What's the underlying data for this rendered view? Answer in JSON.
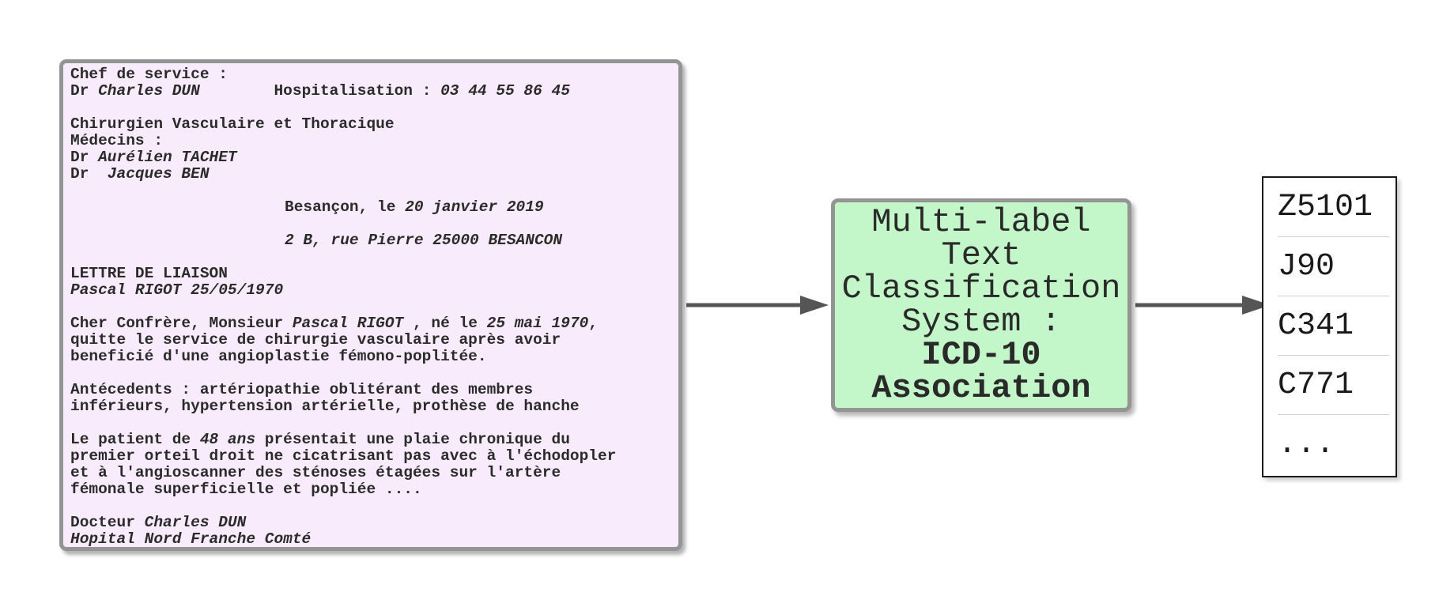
{
  "letter": {
    "header": [
      "Chef de service :",
      {
        "pre": "Dr ",
        "name": "Charles DUN",
        "mid": "        Hospitalisation : ",
        "phone": "03 44 55 86 45"
      },
      "Chirurgien Vasculaire et Thoracique",
      "Médecins :",
      {
        "pre": "Dr ",
        "name": "Aurélien TACHET"
      },
      {
        "pre": "Dr  ",
        "name": "Jacques BEN"
      }
    ],
    "place": "Besançon, le ",
    "date": "20 janvier 2019",
    "address": "2 B, rue Pierre 25000 BESANCON",
    "doc_title": "LETTRE DE LIAISON",
    "patient_line": "Pascal RIGOT 25/05/1970",
    "para1": {
      "a": "Cher Confrère, Monsieur ",
      "name": "Pascal RIGOT",
      "b": " , né le ",
      "birth": "25 mai 1970",
      "c": ",",
      "lines": [
        "quitte le service de chirurgie vasculaire après avoir",
        "beneficié d'une angioplastie fémono-poplitée."
      ]
    },
    "para2": [
      "Antécedents : artériopathie oblitérant des membres",
      "inférieurs, hypertension artérielle, prothèse de hanche"
    ],
    "para3": {
      "a": "Le patient de ",
      "age": "48 ans",
      "b": " présentait une plaie chronique du",
      "lines": [
        "premier orteil droit ne cicatrisant pas avec à l'échodopler",
        "et à l'angioscanner des sténoses étagées sur l'artère",
        "fémonale superficielle et popliée ...."
      ]
    },
    "sign_a": "Docteur ",
    "sign_name": "Charles DUN",
    "hospital": "Hopital Nord Franche Comté"
  },
  "classifier": {
    "lines": [
      "Multi-label",
      "Text",
      "Classification",
      "System :"
    ],
    "strong_lines": [
      "ICD-10",
      "Association"
    ]
  },
  "codes": [
    "Z5101",
    "J90",
    "C341",
    "C771",
    "..."
  ],
  "colors": {
    "letter_bg": "#f8ecfc",
    "classifier_bg": "#c3f7c9",
    "border": "#949494",
    "arrow": "#555555"
  }
}
